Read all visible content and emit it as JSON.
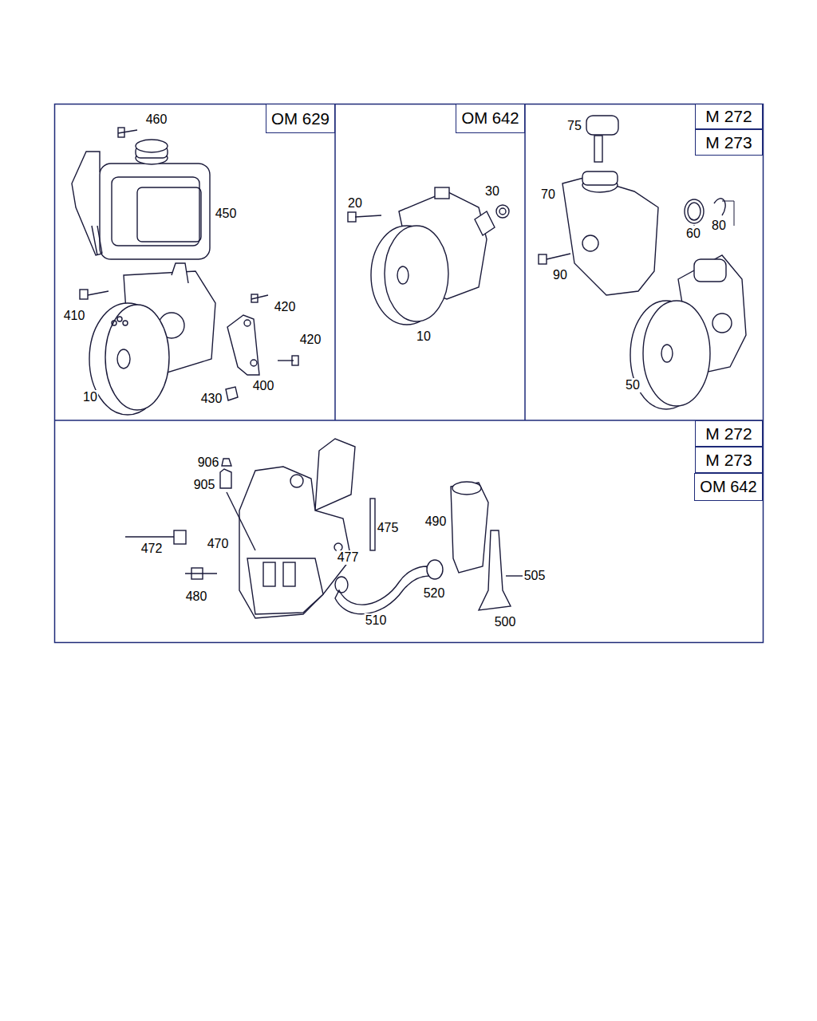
{
  "diagram": {
    "nodes": [
      {
        "text": [
          "OM 629"
        ]
      },
      {
        "text": [
          "OM 642"
        ]
      },
      {
        "text": [
          "M 272"
        ]
      },
      {
        "text": [
          "M 273"
        ]
      },
      {
        "text": [
          "M 272"
        ]
      },
      {
        "text": [
          "M 273"
        ]
      },
      {
        "text": [
          "OM 642"
        ]
      }
    ],
    "labels": [
      "460",
      "450",
      "410",
      "420",
      "420",
      "10",
      "430",
      "400",
      "20",
      "30",
      "10",
      "75",
      "70",
      "60",
      "80",
      "90",
      "50",
      "906",
      "905",
      "472",
      "470",
      "480",
      "477",
      "475",
      "490",
      "520",
      "510",
      "505",
      "500"
    ]
  }
}
